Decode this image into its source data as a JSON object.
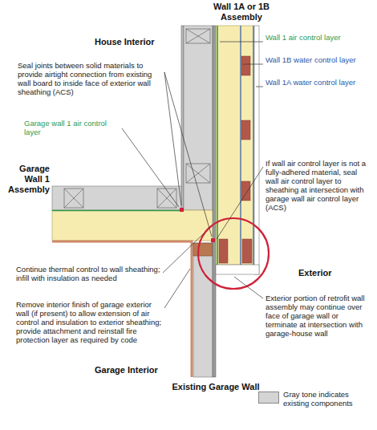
{
  "diagram": {
    "labels": [
      "Wall 1A or 1B Assembly",
      "House Interior",
      "Wall 1 air control layer",
      "Wall 1B water control layer",
      "Wall 1A water control layer",
      "Seal joints between solid materials to provide airtight connection from existing wall board to inside face of exterior wall sheathing (ACS)",
      "Garage wall 1 air control layer",
      "Garage Wall 1 Assembly",
      "If wall air control layer is not a fully-adhered material, seal wall air control layer to sheathing at intersection with garage wall air control layer (ACS)",
      "Continue thermal control to wall sheathing; infill with insulation as needed",
      "Exterior",
      "Remove interior finish of garage exterior wall (if present) to allow extension of air control and insulation to exterior sheathing; provide attachment and reinstall fire protection layer as required by code",
      "Exterior portion of retrofit wall assembly may continue over face of garage wall or terminate at intersection with garage-house wall",
      "Garage Interior",
      "Existing Garage Wall"
    ],
    "legend": [
      {
        "text": "Gray tone indicates existing components",
        "color": "#d4d4d4"
      }
    ]
  }
}
